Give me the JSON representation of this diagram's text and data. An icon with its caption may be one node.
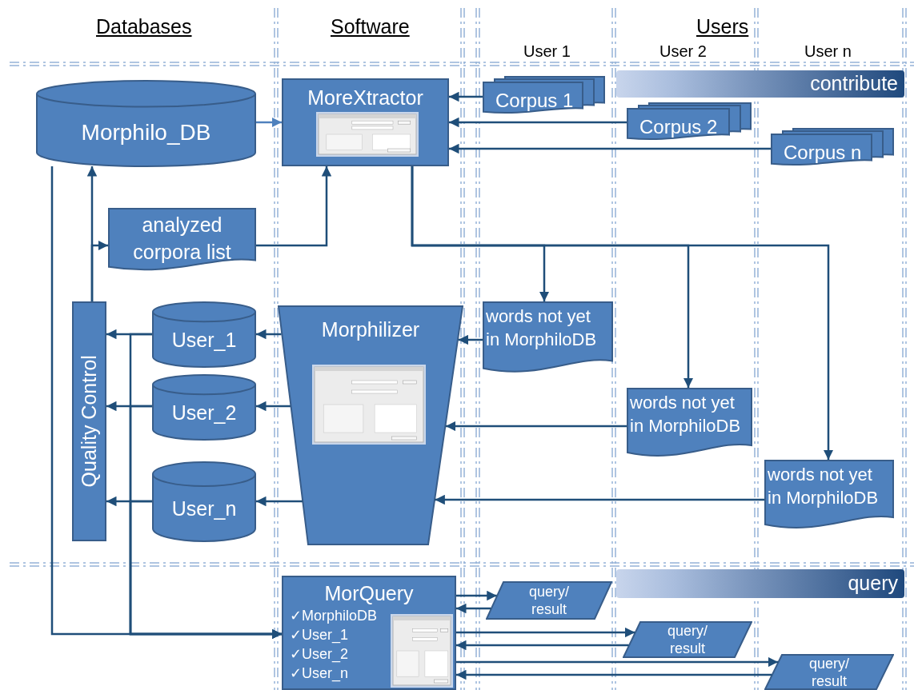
{
  "diagram": {
    "nodes": [
      {
        "text": [
          "Morphilo_DB"
        ]
      },
      {
        "text": [
          "MoreXtractor"
        ]
      },
      {
        "text": [
          "contribute"
        ]
      },
      {
        "text": [
          "Corpus 1"
        ]
      },
      {
        "text": [
          "Corpus 2"
        ]
      },
      {
        "text": [
          "Corpus n"
        ]
      },
      {
        "text": [
          "analyzed corpora list"
        ]
      },
      {
        "text": [
          "Quality Control"
        ]
      },
      {
        "text": [
          "User_1"
        ]
      },
      {
        "text": [
          "User_2"
        ]
      },
      {
        "text": [
          "User_n"
        ]
      },
      {
        "text": [
          "Morphilizer"
        ]
      },
      {
        "text": [
          "words not yet in MorphiloDB"
        ]
      },
      {
        "text": [
          "words not yet in MorphiloDB"
        ]
      },
      {
        "text": [
          "words not yet in MorphiloDB"
        ]
      },
      {
        "text": [
          "MorQuery",
          "✓MorphiloDB",
          "✓User_1",
          "✓User_2",
          "✓User_n"
        ]
      },
      {
        "text": [
          "query"
        ]
      },
      {
        "text": [
          "query/ result"
        ]
      },
      {
        "text": [
          "query/ result"
        ]
      },
      {
        "text": [
          "query/ result"
        ]
      }
    ],
    "edges": [
      {
        "from": 0,
        "to": 1,
        "arrow": "to",
        "color": "#4f81bd"
      },
      {
        "from": 3,
        "to": 1,
        "arrow": "to"
      },
      {
        "from": 4,
        "to": 1,
        "arrow": "to"
      },
      {
        "from": 5,
        "to": 1,
        "arrow": "to"
      },
      {
        "from": 6,
        "to": 1,
        "arrow": "to"
      },
      {
        "from": 7,
        "to": 0,
        "arrow": "to"
      },
      {
        "from": 7,
        "to": 6,
        "arrow": "to"
      },
      {
        "from": 1,
        "to": 12,
        "arrow": "to"
      },
      {
        "from": 1,
        "to": 13,
        "arrow": "to"
      },
      {
        "from": 1,
        "to": 14,
        "arrow": "to"
      },
      {
        "from": 12,
        "to": 11,
        "arrow": "to"
      },
      {
        "from": 13,
        "to": 11,
        "arrow": "to"
      },
      {
        "from": 14,
        "to": 11,
        "arrow": "to"
      },
      {
        "from": 11,
        "to": 8,
        "arrow": "to"
      },
      {
        "from": 11,
        "to": 9,
        "arrow": "to"
      },
      {
        "from": 11,
        "to": 10,
        "arrow": "to"
      },
      {
        "from": 8,
        "to": 7,
        "arrow": "to"
      },
      {
        "from": 9,
        "to": 7,
        "arrow": "to"
      },
      {
        "from": 10,
        "to": 7,
        "arrow": "to"
      },
      {
        "from": 0,
        "to": 15,
        "arrow": "to"
      },
      {
        "from": 8,
        "to": 15,
        "arrow": "to"
      },
      {
        "from": 9,
        "to": 15,
        "arrow": "to"
      },
      {
        "from": 10,
        "to": 15,
        "arrow": "to"
      },
      {
        "from": 15,
        "to": 17,
        "arrow": "to"
      },
      {
        "from": 17,
        "to": 15,
        "arrow": "to"
      },
      {
        "from": 15,
        "to": 18,
        "arrow": "to"
      },
      {
        "from": 18,
        "to": 15,
        "arrow": "to"
      },
      {
        "from": 15,
        "to": 19,
        "arrow": "to"
      },
      {
        "from": 19,
        "to": 15,
        "arrow": "to"
      }
    ],
    "labels": [
      "Databases",
      "Software",
      "Users",
      "User 1",
      "User 2",
      "User n"
    ]
  }
}
